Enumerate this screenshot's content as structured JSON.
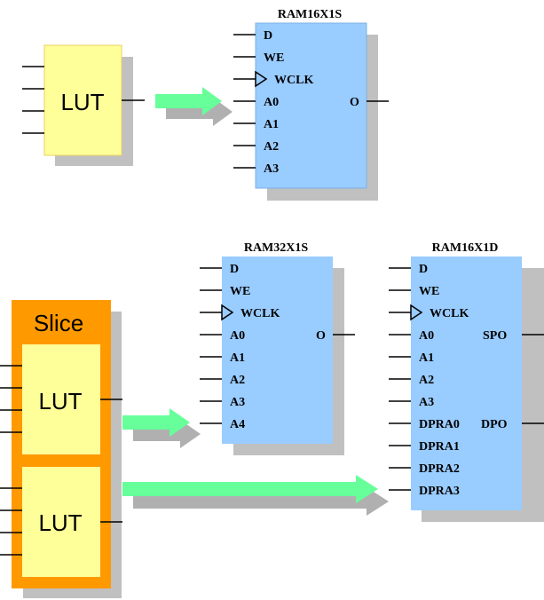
{
  "colors": {
    "lut_fill": "#ffff99",
    "ram_fill": "#99ccff",
    "slice_fill": "#ff9900",
    "shadow": "#c0c0c0",
    "arrow": "#66ff99",
    "arrow_shadow": "#b0b0b0"
  },
  "top": {
    "lut_label": "LUT",
    "ram16x1s": {
      "title": "RAM16X1S",
      "pins_in": [
        "D",
        "WE",
        "WCLK",
        "A0",
        "A1",
        "A2",
        "A3"
      ],
      "pin_out": "O"
    }
  },
  "bottom": {
    "slice_label": "Slice",
    "lut_upper_label": "LUT",
    "lut_lower_label": "LUT",
    "ram32x1s": {
      "title": "RAM32X1S",
      "pins_in": [
        "D",
        "WE",
        "WCLK",
        "A0",
        "A1",
        "A2",
        "A3",
        "A4"
      ],
      "pin_out": "O"
    },
    "ram16x1d": {
      "title": "RAM16X1D",
      "pins_in": [
        "D",
        "WE",
        "WCLK",
        "A0",
        "A1",
        "A2",
        "A3",
        "DPRA0",
        "DPRA1",
        "DPRA2",
        "DPRA3"
      ],
      "pin_out_spo": "SPO",
      "pin_out_dpo": "DPO"
    }
  }
}
